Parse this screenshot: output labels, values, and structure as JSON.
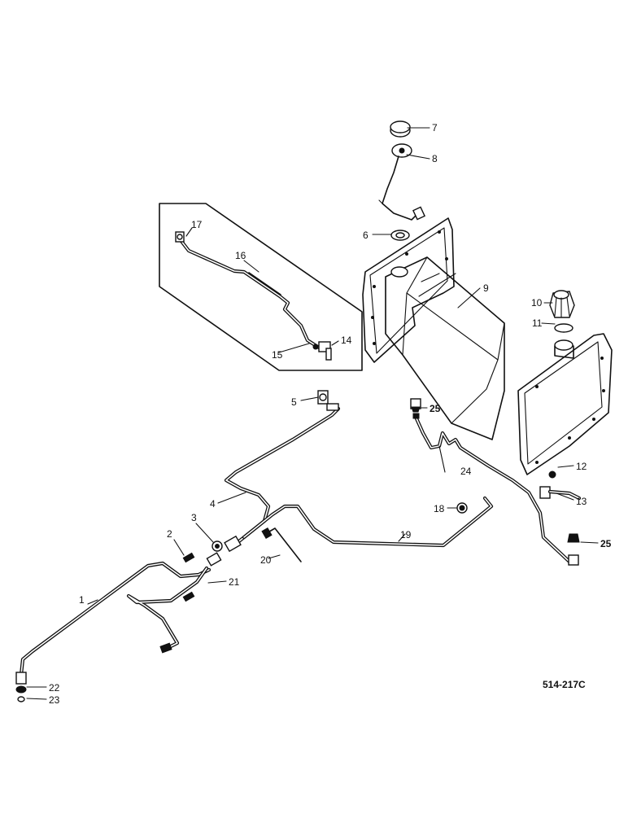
{
  "callouts": {
    "c1": "1",
    "c2": "2",
    "c3": "3",
    "c4": "4",
    "c5": "5",
    "c6": "6",
    "c7": "7",
    "c8": "8",
    "c9": "9",
    "c10": "10",
    "c11": "11",
    "c12": "12",
    "c13": "13",
    "c14": "14",
    "c15": "15",
    "c16": "16",
    "c17": "17",
    "c18": "18",
    "c19": "19",
    "c20": "20",
    "c21": "21",
    "c22": "22",
    "c23": "23",
    "c24": "24",
    "c25a": "25",
    "c25b": "25"
  },
  "figure_code": "514-217C"
}
